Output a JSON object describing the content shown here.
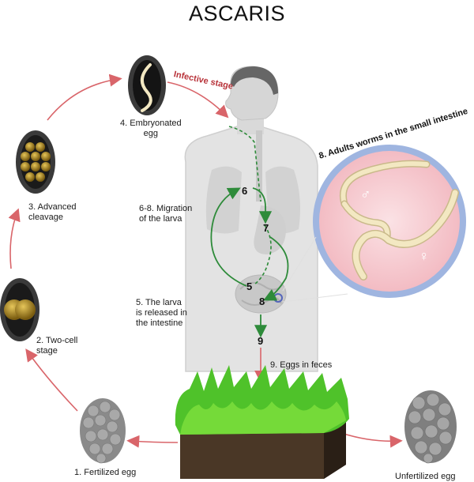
{
  "title": "ASCARIS",
  "labels": {
    "fertilized_egg": "1. Fertilized egg",
    "two_cell": "2. Two-cell\nstage",
    "advanced_cleavage": "3. Advanced\ncleavage",
    "embryonated_egg": "4. Embryonated\negg",
    "infective_stage": "Infective stage",
    "migration": "6-8. Migration\nof the larva",
    "larva_released": "5. The larva\nis released in\nthe intestine",
    "adults": "8. Adults worms in the small intestine",
    "eggs_in_feces": "9. Eggs in feces",
    "unfertilized_egg": "Unfertilized egg"
  },
  "numbers": {
    "n6": "6",
    "n7": "7",
    "n5": "5",
    "n8": "8",
    "n9": "9"
  },
  "symbols": {
    "male": "♂",
    "female": "♀"
  },
  "colors": {
    "cycle_arrow": "#d9656a",
    "migration_arrow": "#2e8b3a",
    "grass": "#4fc22a",
    "soil": "#4a3a2a",
    "inset_ring": "#8aa6d6",
    "inset_fill": "#f7c9cf",
    "worm": "#f3e8c2"
  }
}
